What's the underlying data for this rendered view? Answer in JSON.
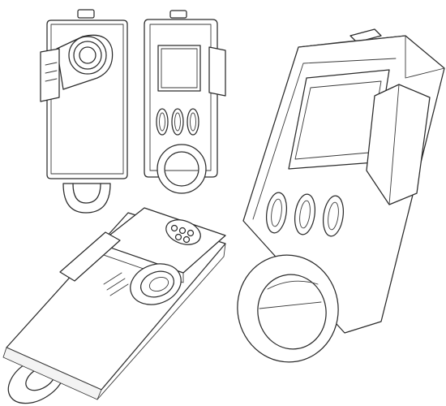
{
  "image": {
    "style": "line-art",
    "colors": {
      "background": "#ffffff",
      "ink": "#2b2b2b"
    }
  },
  "views": [
    {
      "view": "rear"
    },
    {
      "view": "front"
    },
    {
      "view": "isometric-rear"
    },
    {
      "view": "isometric-front"
    }
  ]
}
